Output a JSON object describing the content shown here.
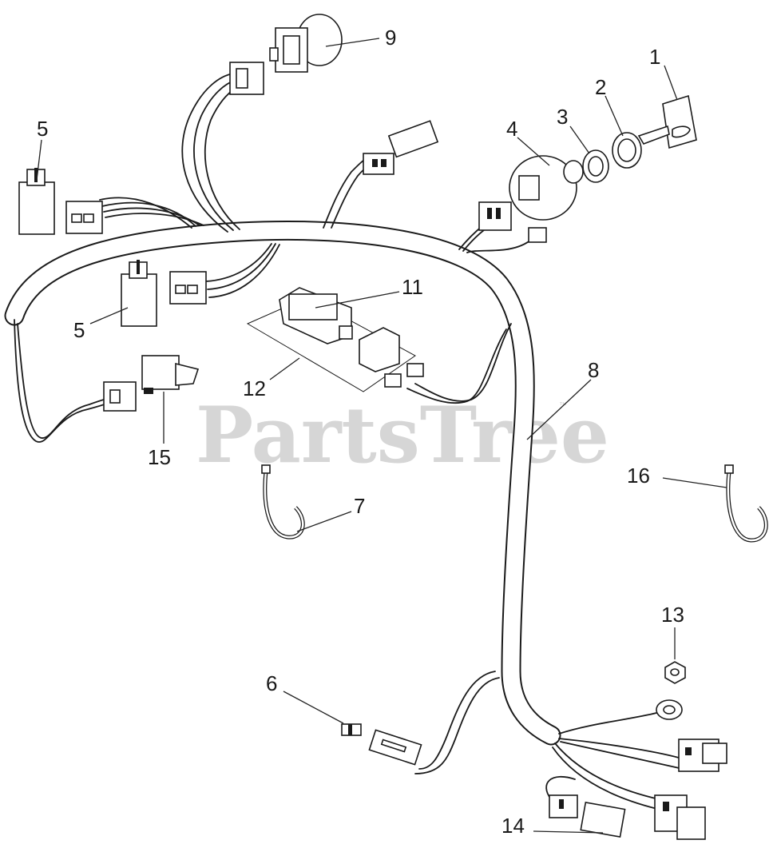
{
  "watermark": {
    "text": "PartsTree",
    "trademark": "™"
  },
  "callouts": [
    {
      "id": "c1",
      "label": "1"
    },
    {
      "id": "c2",
      "label": "2"
    },
    {
      "id": "c3",
      "label": "3"
    },
    {
      "id": "c4",
      "label": "4"
    },
    {
      "id": "c5a",
      "label": "5"
    },
    {
      "id": "c5b",
      "label": "5"
    },
    {
      "id": "c6",
      "label": "6"
    },
    {
      "id": "c7",
      "label": "7"
    },
    {
      "id": "c8",
      "label": "8"
    },
    {
      "id": "c9",
      "label": "9"
    },
    {
      "id": "c11",
      "label": "11"
    },
    {
      "id": "c12",
      "label": "12"
    },
    {
      "id": "c13",
      "label": "13"
    },
    {
      "id": "c14",
      "label": "14"
    },
    {
      "id": "c15",
      "label": "15"
    },
    {
      "id": "c16",
      "label": "16"
    }
  ]
}
